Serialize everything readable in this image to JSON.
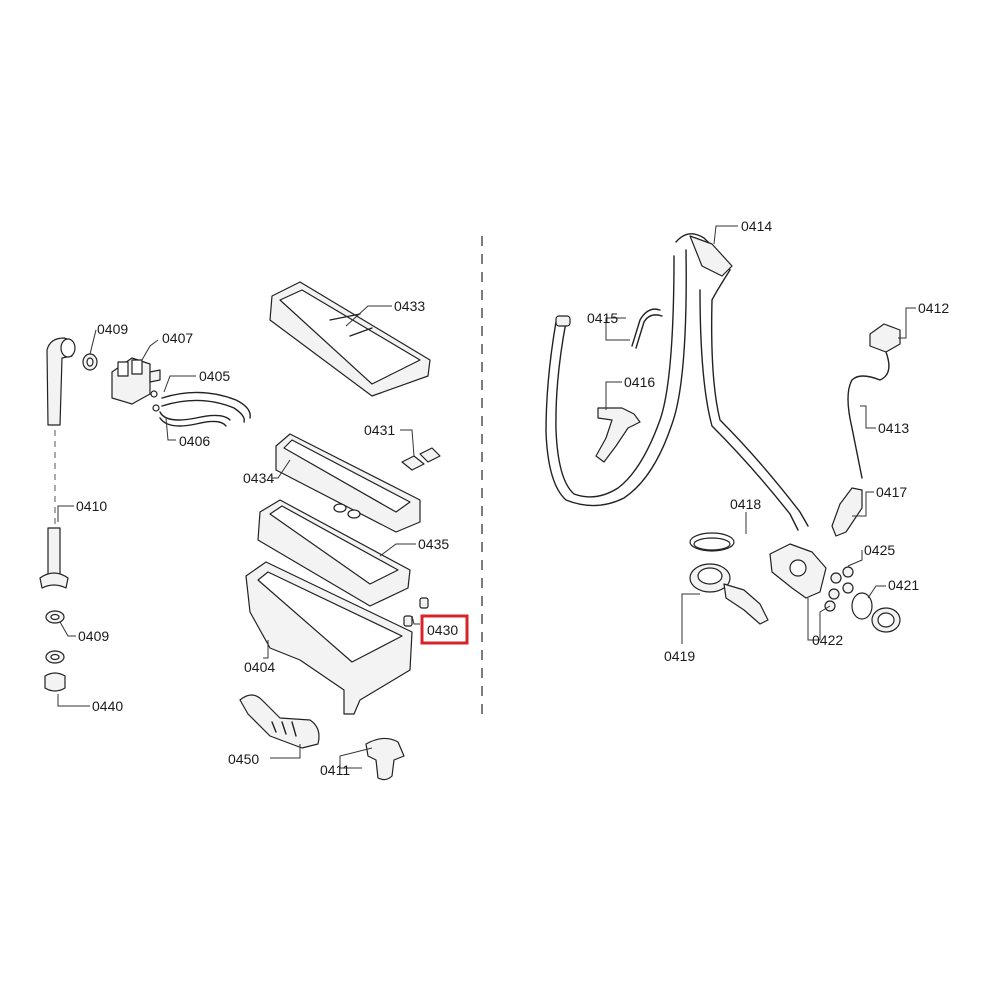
{
  "labels": {
    "p0409a": "0409",
    "p0407": "0407",
    "p0405": "0405",
    "p0406": "0406",
    "p0410": "0410",
    "p0409b": "0409",
    "p0440": "0440",
    "p0433": "0433",
    "p0431": "0431",
    "p0434": "0434",
    "p0435": "0435",
    "p0430": "0430",
    "p0404": "0404",
    "p0450": "0450",
    "p0411": "0411",
    "p0414": "0414",
    "p0415": "0415",
    "p0416": "0416",
    "p0412": "0412",
    "p0413": "0413",
    "p0417": "0417",
    "p0418": "0418",
    "p0425": "0425",
    "p0421": "0421",
    "p0419": "0419",
    "p0422": "0422"
  },
  "highlight": {
    "part": "0430",
    "color": "#d8232a"
  }
}
